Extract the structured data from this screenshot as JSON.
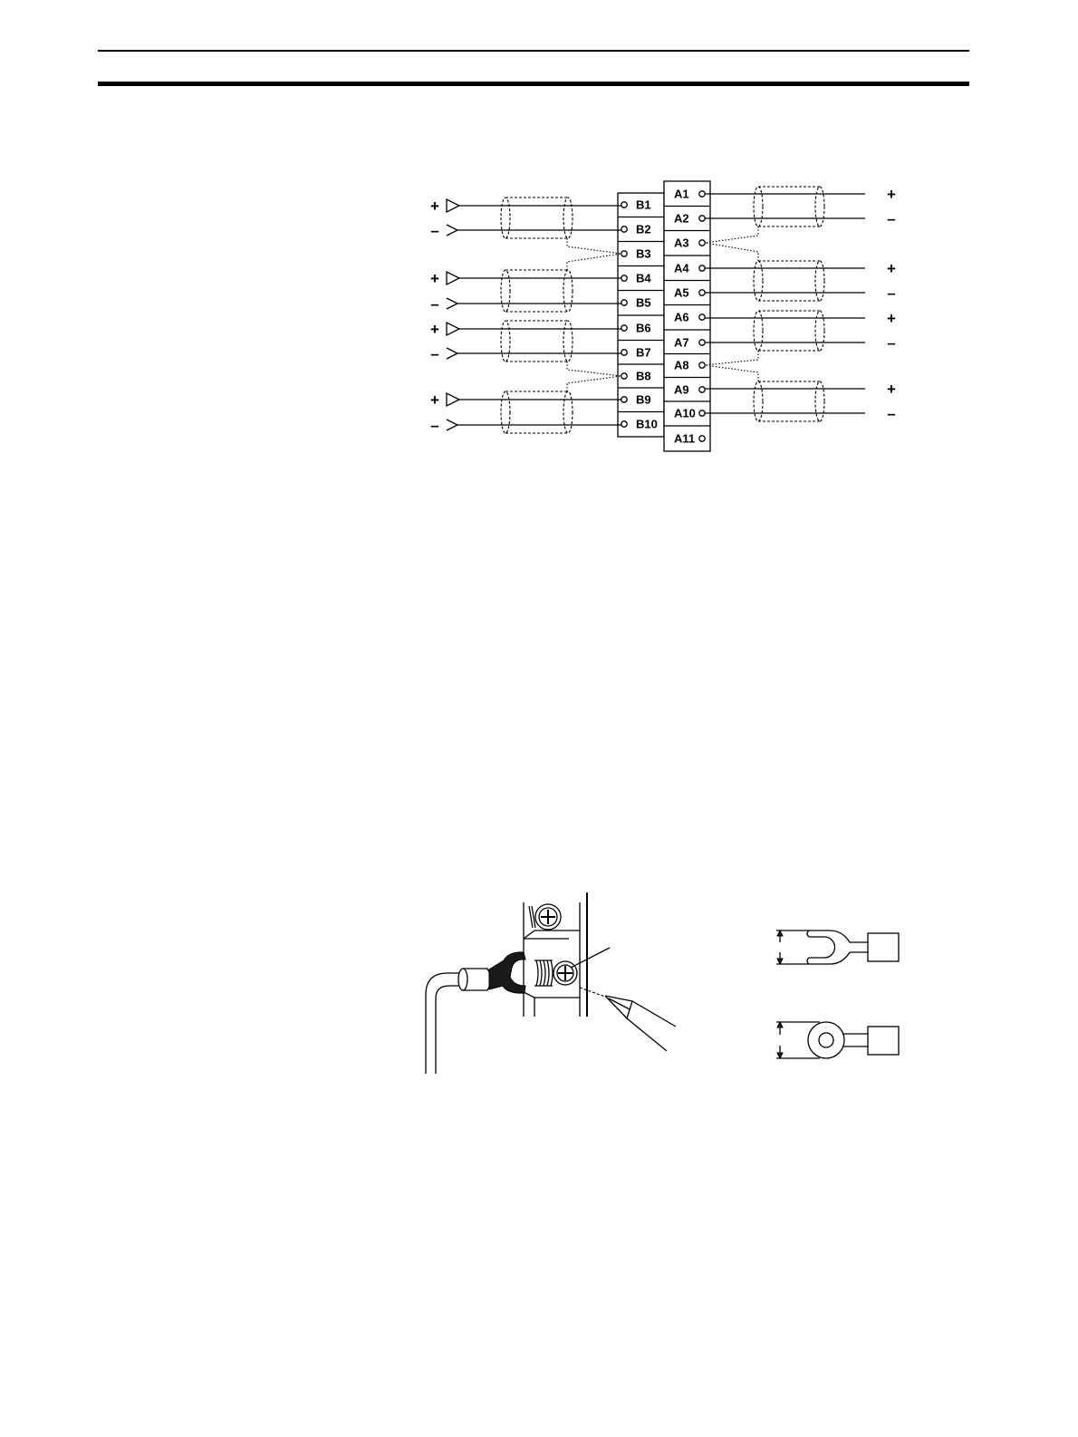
{
  "wiring_diagram": {
    "b_terminals": [
      "B1",
      "B2",
      "B3",
      "B4",
      "B5",
      "B6",
      "B7",
      "B8",
      "B9",
      "B10"
    ],
    "a_terminals": [
      "A1",
      "A2",
      "A3",
      "A4",
      "A5",
      "A6",
      "A7",
      "A8",
      "A9",
      "A10",
      "A11"
    ],
    "left_polarity": [
      "+",
      "–",
      "+",
      "–",
      "+",
      "–",
      "+",
      "–"
    ],
    "right_polarity": [
      "+",
      "–",
      "+",
      "–",
      "+",
      "–",
      "+",
      "–"
    ]
  }
}
